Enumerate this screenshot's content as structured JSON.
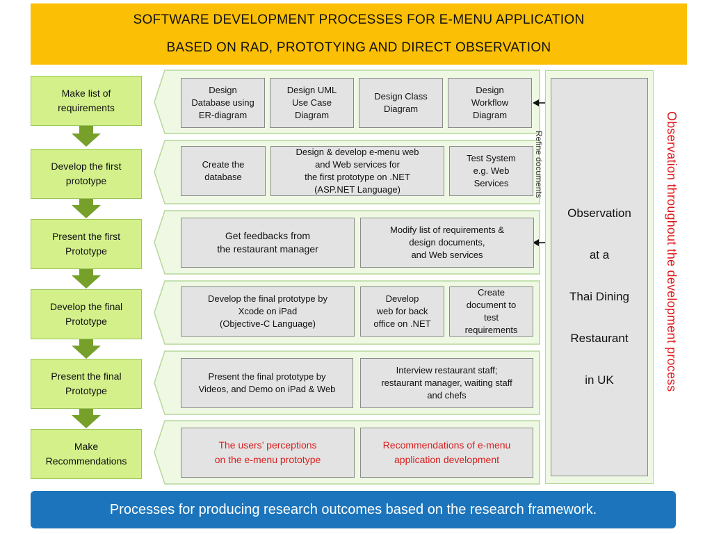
{
  "header": {
    "line1": "SOFTWARE DEVELOPMENT PROCESSES FOR E-MENU APPLICATION",
    "line2": "BASED ON RAD, PROTOTYING AND DIRECT OBSERVATION"
  },
  "steps": [
    "Make list of\nrequirements",
    "Develop the first\nprototype",
    "Present the first\nPrototype",
    "Develop the final\nPrototype",
    "Present the final\nPrototype",
    "Make\nRecommendations"
  ],
  "rows": [
    [
      "Design\nDatabase using\nER-diagram",
      "Design UML\nUse Case\nDiagram",
      "Design Class\nDiagram",
      "Design\nWorkflow\nDiagram"
    ],
    [
      "Create the\ndatabase",
      "Design & develop e-menu web\nand Web services for\nthe first prototype on .NET\n(ASP.NET Language)",
      "Test System\ne.g. Web\nServices"
    ],
    [
      "Get feedbacks from\nthe restaurant manager",
      "Modify list of requirements &\ndesign documents,\nand Web services"
    ],
    [
      "Develop the final prototype  by\nXcode on iPad\n(Objective-C Language)",
      "Develop\nweb for back\noffice on .NET",
      "Create\ndocument to\ntest\nrequirements"
    ],
    [
      "Present the final prototype by\nVideos, and Demo on iPad & Web",
      "Interview restaurant staff;\nrestaurant manager, waiting staff\nand chefs"
    ],
    [
      "The users’ perceptions\non the e-menu prototype",
      "Recommendations of e-menu\napplication development"
    ]
  ],
  "refine_label": "Refine documents",
  "observation": [
    "Observation",
    "at a",
    "Thai Dining",
    "Restaurant",
    "in UK"
  ],
  "observation_side_label": "Observation throughout the development process",
  "footer": "Processes for producing research outcomes based on the research framework.",
  "colors": {
    "header_bg": "#fbbf05",
    "step_green": "#d3f08a",
    "arrow_green": "#76a02a",
    "panel_green": "#eef8e3",
    "box_grey": "#e3e3e3",
    "highlight_red": "#e0191b",
    "footer_blue": "#1c75bc"
  }
}
